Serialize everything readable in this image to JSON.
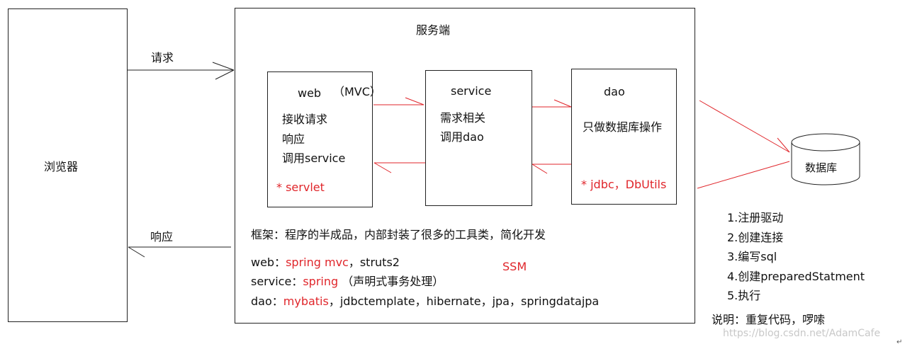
{
  "browser": {
    "label": "浏览器"
  },
  "server": {
    "title": "服务端"
  },
  "arrows": {
    "request": "请求",
    "response": "响应"
  },
  "web": {
    "title": "web",
    "mvc": "（MVC）",
    "lines": [
      "接收请求",
      "响应",
      "调用service"
    ],
    "tech": "* servlet"
  },
  "service": {
    "title": "service",
    "lines": [
      "需求相关",
      "调用dao"
    ]
  },
  "dao": {
    "title": "dao",
    "desc": "只做数据库操作",
    "tech": "* jdbc，DbUtils"
  },
  "database": {
    "label": "数据库"
  },
  "framework": {
    "definition": "框架：程序的半成品，内部封装了很多的工具类，简化开发",
    "web_prefix": "web：",
    "web_red": "spring mvc",
    "web_suffix": "，struts2",
    "service_prefix": "service：",
    "service_red": "spring",
    "service_suffix": " （声明式事务处理）",
    "dao_prefix": "dao：",
    "dao_red": "mybatis",
    "dao_suffix": "，jdbctemplate，hibernate，jpa，springdatajpa",
    "ssm": "SSM"
  },
  "steps": [
    "1.注册驱动",
    "2.创建连接",
    "3.编写sql",
    "4.创建preparedStatment",
    "5.执行"
  ],
  "note": "说明：重复代码，啰嗦",
  "watermark": "https://blog.csdn.net/AdamCafe",
  "colors": {
    "accent_red": "#e0262b",
    "line_black": "#222222"
  }
}
